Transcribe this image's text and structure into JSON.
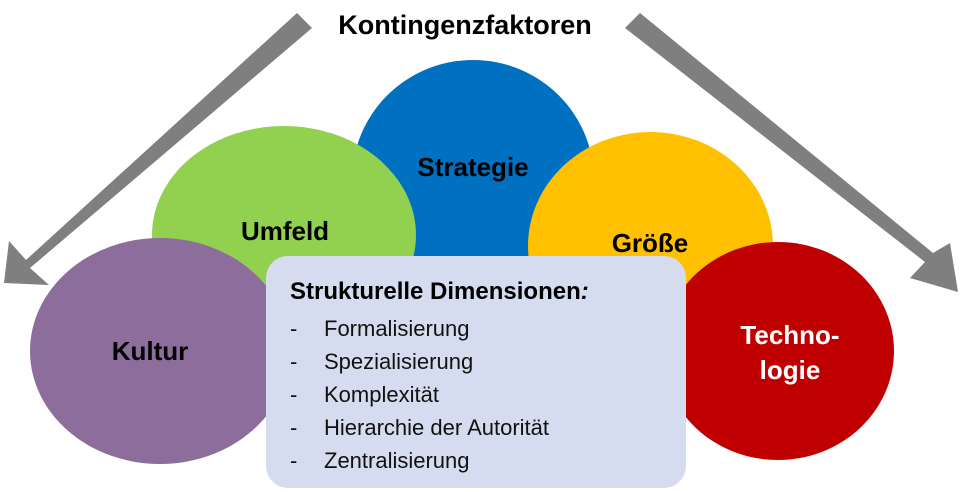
{
  "diagram": {
    "title": "Kontingenzfaktoren",
    "factors": {
      "strategie": "Strategie",
      "umfeld": "Umfeld",
      "grosse": "Größe",
      "kultur": "Kultur",
      "technologie_line1": "Techno-",
      "technologie_line2": "logie"
    },
    "colors": {
      "strategie": "#0070c0",
      "umfeld": "#92d050",
      "grosse": "#ffc000",
      "kultur": "#8c6d9c",
      "technologie": "#c00000",
      "box": "#d6dcef",
      "arrows": "#7f7f7f"
    },
    "box": {
      "title": "Strukturelle Dimensionen",
      "title_colon": ":",
      "bullet": "-",
      "items": [
        "Formalisierung",
        "Spezialisierung",
        "Komplexität",
        "Hierarchie der Autorität",
        "Zentralisierung"
      ]
    }
  }
}
